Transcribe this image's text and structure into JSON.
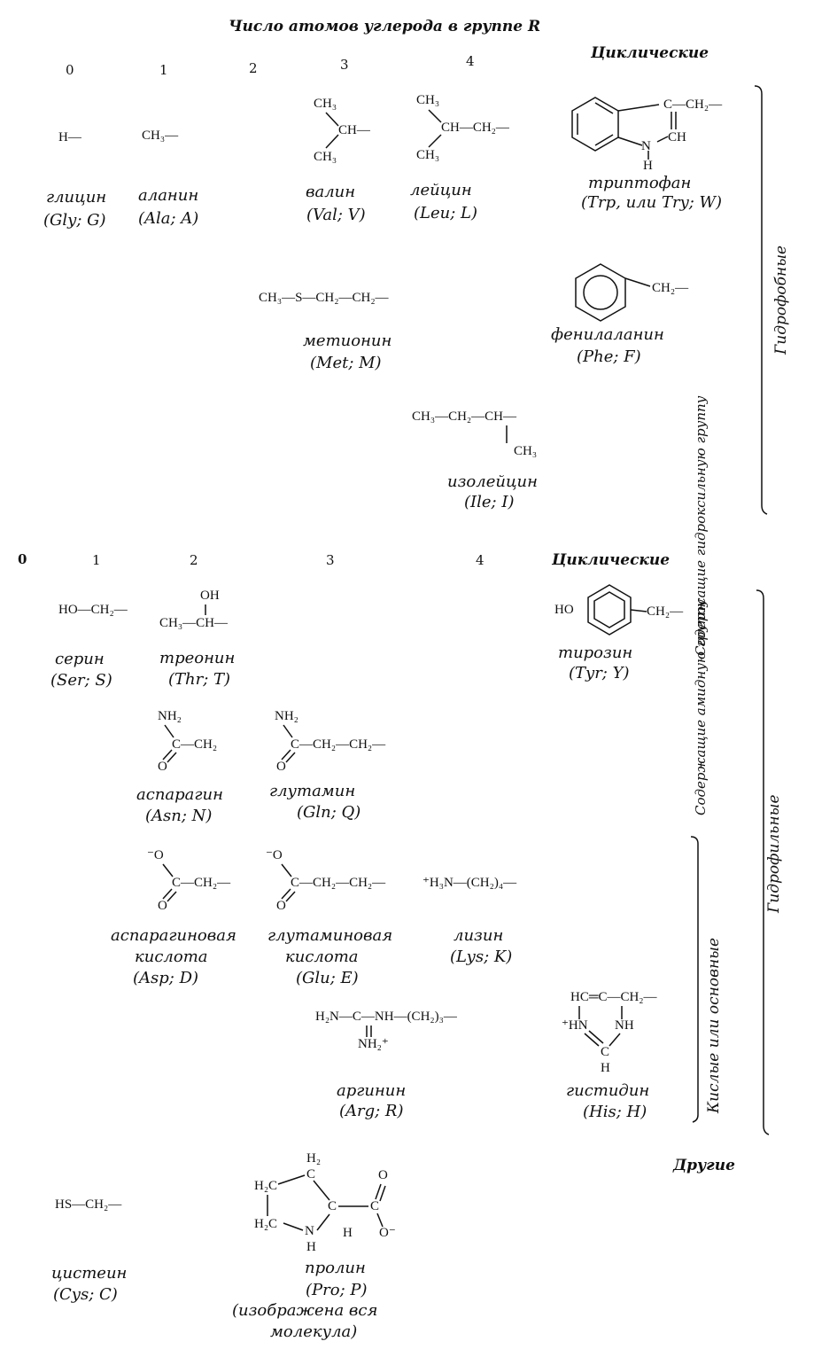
{
  "header": {
    "title": "Число атомов углерода в группе R"
  },
  "columns_top": [
    "0",
    "1",
    "2",
    "3",
    "4",
    "Циклические"
  ],
  "columns_bottom": [
    "0",
    "1",
    "2",
    "3",
    "4",
    "Циклические"
  ],
  "groups": {
    "hydrophobic": "Гидрофобные",
    "hydrophilic": "Гидрофильные",
    "hydroxyl": "Содержащие гидроксильную группу",
    "amide": "Содержащие амидную группу",
    "acid_base": "Кислые или основные",
    "other": "Другие"
  },
  "amino_acids": {
    "gly": {
      "formula": "H—",
      "name": "глицин",
      "code": "(Gly; G)"
    },
    "ala": {
      "formula": "CH₃—",
      "name": "аланин",
      "code": "(Ala; A)"
    },
    "val": {
      "f1": "CH₃",
      "f2": "CH—",
      "f3": "CH₃",
      "name": "валин",
      "code": "(Val; V)"
    },
    "leu": {
      "f1": "CH₃",
      "f2": "CH—CH₂—",
      "f3": "CH₃",
      "name": "лейцин",
      "code": "(Leu; L)"
    },
    "trp": {
      "f1": "C—CH₂—",
      "f2": "N",
      "f3": "CH",
      "f4": "H",
      "name": "триптофан",
      "code": "(Trp, или Try; W)"
    },
    "met": {
      "formula": "CH₃—S—CH₂—CH₂—",
      "name": "метионин",
      "code": "(Met; M)"
    },
    "phe": {
      "f1": "CH₂—",
      "name": "фенилаланин",
      "code": "(Phe; F)"
    },
    "ile": {
      "f1": "CH₃—CH₂—CH—",
      "f2": "CH₃",
      "name": "изолейцин",
      "code": "(Ile; I)"
    },
    "ser": {
      "formula": "HO—CH₂—",
      "name": "серин",
      "code": "(Ser; S)"
    },
    "thr": {
      "f1": "OH",
      "f2": "CH₃—CH—",
      "name": "треонин",
      "code": "(Thr; T)"
    },
    "tyr": {
      "f1": "HO",
      "f2": "CH₂—",
      "name": "тирозин",
      "code": "(Tyr; Y)"
    },
    "asn": {
      "f1": "NH₂",
      "f2": "C—CH₂",
      "f3": "O",
      "name": "аспарагин",
      "code": "(Asn; N)"
    },
    "gln": {
      "f1": "NH₂",
      "f2": "C—CH₂—CH₂—",
      "f3": "O",
      "name": "глутамин",
      "code": "(Gln; Q)"
    },
    "asp": {
      "f1": "⁻O",
      "f2": "C—CH₂—",
      "f3": "O",
      "name1": "аспарагиновая",
      "name2": "кислота",
      "code": "(Asp; D)"
    },
    "glu": {
      "f1": "⁻O",
      "f2": "C—CH₂—CH₂—",
      "f3": "O",
      "name1": "глутаминовая",
      "name2": "кислота",
      "code": "(Glu; E)"
    },
    "lys": {
      "formula": "⁺H₃N—(CH₂)₄—",
      "name": "лизин",
      "code": "(Lys; K)"
    },
    "arg": {
      "f1": "H₂N—C—NH—(CH₂)₃—",
      "f2": "NH₂⁺",
      "name": "аргинин",
      "code": "(Arg; R)"
    },
    "his": {
      "f1": "HC═C—CH₂—",
      "f2": "⁺HN",
      "f3": "NH",
      "f4": "C",
      "f5": "H",
      "name": "гистидин",
      "code": "(His; H)"
    },
    "cys": {
      "formula": "HS—CH₂—",
      "name": "цистеин",
      "code": "(Cys; C)"
    },
    "pro": {
      "f1": "H₂",
      "f2": "H₂C",
      "f3": "H₂C",
      "f4": "C",
      "f5": "C",
      "f6": "C",
      "f7": "N",
      "f8": "H",
      "f9": "H",
      "f10": "O",
      "f11": "O⁻",
      "name": "пролин",
      "code": "(Pro; P)",
      "note1": "(изображена вся",
      "note2": "молекула)"
    }
  }
}
